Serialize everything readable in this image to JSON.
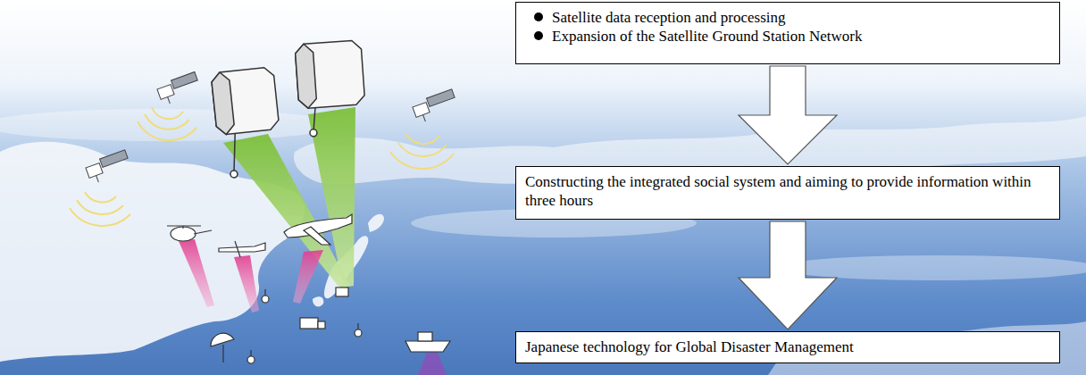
{
  "diagram": {
    "nodes": [
      {
        "text": [
          "Satellite data reception and processing",
          "Expansion of the Satellite Ground Station Network"
        ]
      },
      {
        "text": [
          "Constructing the integrated social system and aiming to provide information within three hours"
        ]
      },
      {
        "text": [
          "Japanese technology for Global Disaster Management"
        ]
      }
    ],
    "edges": [
      {
        "from": 0,
        "to": 1,
        "arrow": "to"
      },
      {
        "from": 1,
        "to": 2,
        "arrow": "to"
      }
    ]
  }
}
